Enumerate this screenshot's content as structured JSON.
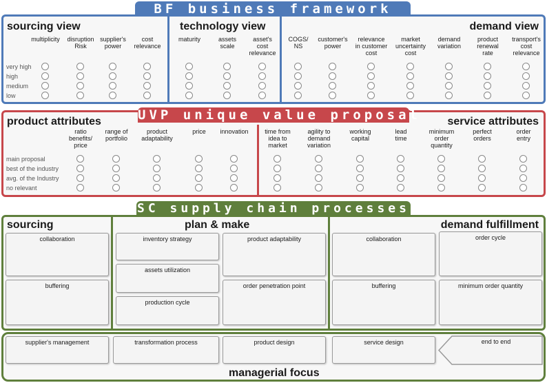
{
  "colors": {
    "blue": "#4f7ab8",
    "red": "#c7474b",
    "green": "#5f7f3c"
  },
  "bf": {
    "tab": "BF business framework",
    "sourcing": {
      "title": "sourcing view",
      "columns": [
        "multiplicity",
        "disruption\nRisk",
        "supplier's\npower",
        "cost\nrelevance"
      ],
      "rows": [
        "very high",
        "high",
        "medium",
        "low"
      ]
    },
    "technology": {
      "title": "technology view",
      "columns": [
        "maturity",
        "assets\nscale",
        "asset's\ncost\nrelevance"
      ]
    },
    "demand": {
      "title": "demand view",
      "columns": [
        "COGS/\nNS",
        "customer's\npower",
        "relevance\nin customer\ncost",
        "market\nuncertainty\ncost",
        "demand\nvariation",
        "product\nrenewal\nrate",
        "transport's\ncost\nrelevance"
      ]
    }
  },
  "uvp": {
    "tab": "UVP unique value proposal",
    "product": {
      "title": "product attributes",
      "columns": [
        "ratio\nbenefits/\nprice",
        "range of\nportfolio",
        "product\nadaptability",
        "price",
        "innovation"
      ],
      "rows": [
        "main proposal",
        "best of the industry",
        "avg. of the Industry",
        "no relevant"
      ]
    },
    "service": {
      "title": "service attributes",
      "columns": [
        "time from\nidea to\nmarket",
        "agility to\ndemand\nvariation",
        "working\ncapital",
        "lead\ntime",
        "minimum\norder\nquantity",
        "perfect\norders",
        "order\nentry"
      ]
    }
  },
  "sc": {
    "tab": "SC supply chain processes",
    "sourcing": {
      "title": "sourcing",
      "boxes": [
        "collaboration",
        "buffering"
      ]
    },
    "plan": {
      "title": "plan & make",
      "left_boxes": [
        "inventory strategy",
        "assets utilization",
        "production cycle"
      ],
      "right_boxes": [
        "product adaptability",
        "order penetration point"
      ]
    },
    "demand": {
      "title": "demand fulfillment",
      "boxes": [
        "collaboration",
        "order cycle",
        "buffering",
        "minimum order quantity"
      ]
    }
  },
  "managerial": {
    "title": "managerial focus",
    "boxes": [
      "supplier's management",
      "transformation process",
      "product design",
      "service design",
      "end to end"
    ]
  }
}
